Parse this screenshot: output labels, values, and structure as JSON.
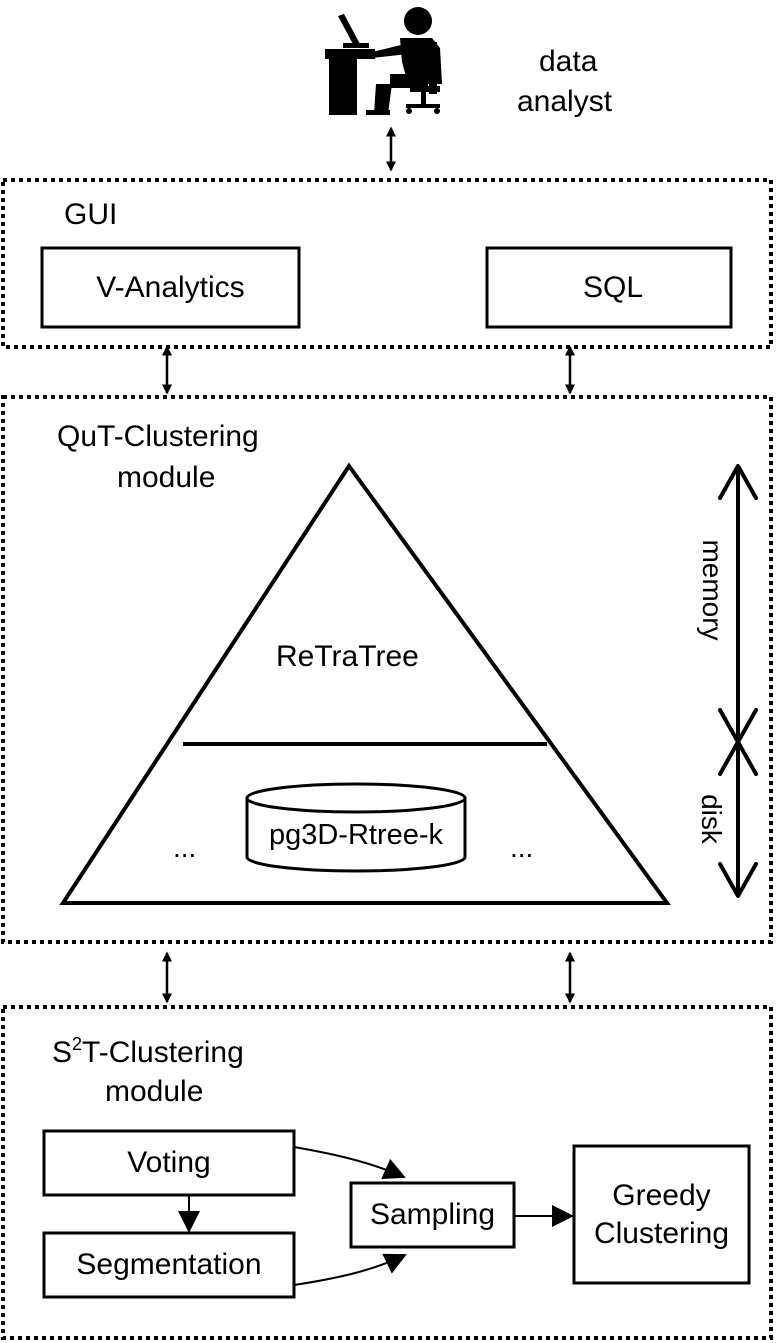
{
  "user": {
    "icon": "data-analyst-at-desk-icon",
    "label_line1": "data",
    "label_line2": "analyst"
  },
  "gui": {
    "title": "GUI",
    "v_analytics": "V-Analytics",
    "sql": "SQL"
  },
  "qut": {
    "title_line1": "QuT-Clustering",
    "title_line2": "module",
    "retratree": "ReTraTree",
    "pg3d": "pg3D-Rtree-k",
    "ellipsis_left": "...",
    "ellipsis_right": "...",
    "memory": "memory",
    "disk": "disk"
  },
  "s2t": {
    "title_prefix": "S",
    "title_sup": "2",
    "title_rest": "T-Clustering",
    "title_line2": "module",
    "voting": "Voting",
    "segmentation": "Segmentation",
    "sampling": "Sampling",
    "greedy_line1": "Greedy",
    "greedy_line2": "Clustering"
  }
}
